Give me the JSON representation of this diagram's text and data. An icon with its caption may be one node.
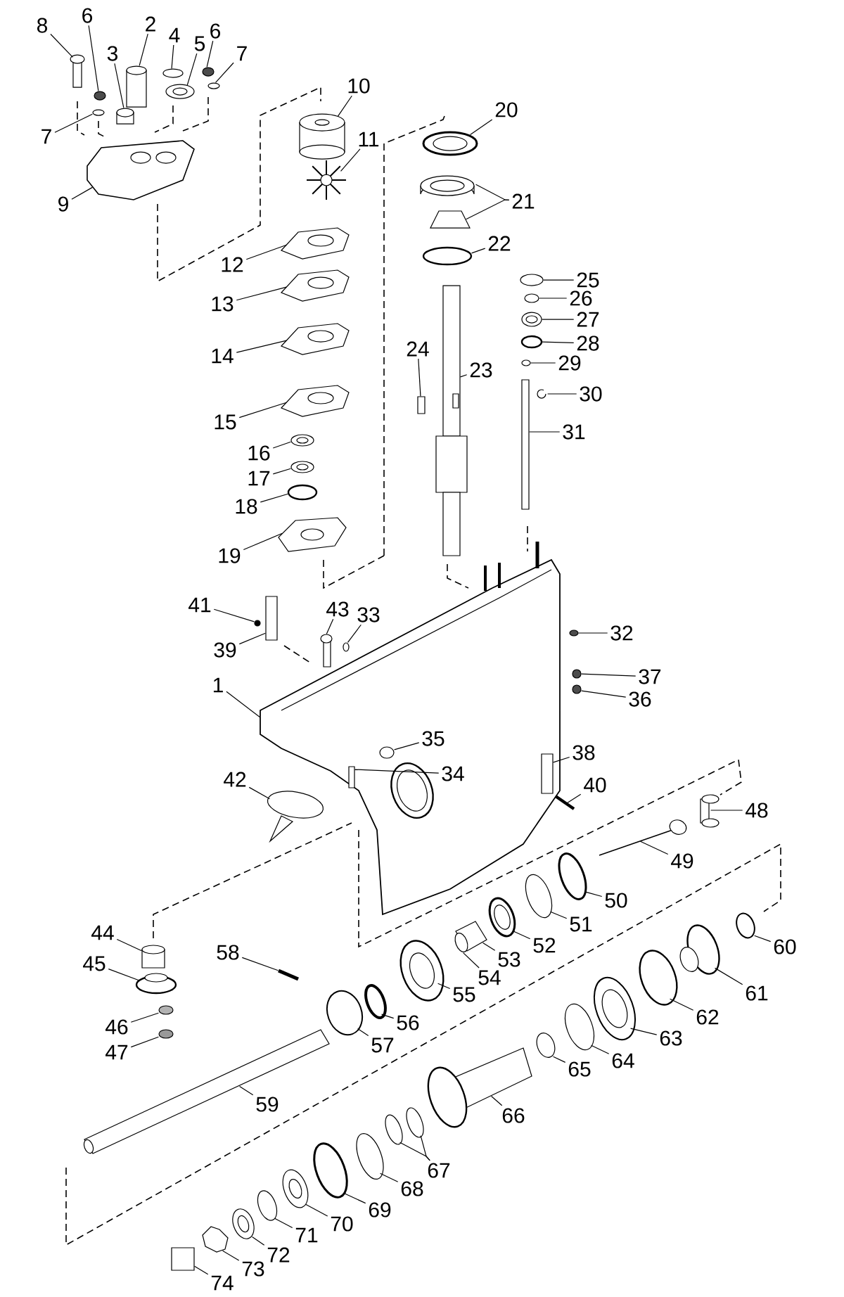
{
  "diagram": {
    "nodes": [
      {
        "text": [
          "8"
        ]
      },
      {
        "text": [
          "6"
        ]
      },
      {
        "text": [
          "2"
        ]
      },
      {
        "text": [
          "4"
        ]
      },
      {
        "text": [
          "6"
        ]
      },
      {
        "text": [
          "5"
        ]
      },
      {
        "text": [
          "7"
        ]
      },
      {
        "text": [
          "3"
        ]
      },
      {
        "text": [
          "7"
        ]
      },
      {
        "text": [
          "10"
        ]
      },
      {
        "text": [
          "11"
        ]
      },
      {
        "text": [
          "9"
        ]
      },
      {
        "text": [
          "20"
        ]
      },
      {
        "text": [
          "21"
        ]
      },
      {
        "text": [
          "22"
        ]
      },
      {
        "text": [
          "12"
        ]
      },
      {
        "text": [
          "25"
        ]
      },
      {
        "text": [
          "26"
        ]
      },
      {
        "text": [
          "13"
        ]
      },
      {
        "text": [
          "27"
        ]
      },
      {
        "text": [
          "28"
        ]
      },
      {
        "text": [
          "14"
        ]
      },
      {
        "text": [
          "29"
        ]
      },
      {
        "text": [
          "24"
        ]
      },
      {
        "text": [
          "23"
        ]
      },
      {
        "text": [
          "30"
        ]
      },
      {
        "text": [
          "15"
        ]
      },
      {
        "text": [
          "31"
        ]
      },
      {
        "text": [
          "16"
        ]
      },
      {
        "text": [
          "17"
        ]
      },
      {
        "text": [
          "18"
        ]
      },
      {
        "text": [
          "19"
        ]
      },
      {
        "text": [
          "43"
        ]
      },
      {
        "text": [
          "41"
        ]
      },
      {
        "text": [
          "33"
        ]
      },
      {
        "text": [
          "32"
        ]
      },
      {
        "text": [
          "39"
        ]
      },
      {
        "text": [
          "37"
        ]
      },
      {
        "text": [
          "1"
        ]
      },
      {
        "text": [
          "36"
        ]
      },
      {
        "text": [
          "35"
        ],
        "in": 115
      },
      {
        "text": [
          "38"
        ]
      },
      {
        "text": [
          "34"
        ],
        "in": 115
      },
      {
        "text": [
          "42"
        ]
      },
      {
        "text": [
          "40"
        ]
      },
      {
        "text": [
          "48"
        ]
      },
      {
        "text": [
          "49"
        ]
      },
      {
        "text": [
          "50"
        ]
      },
      {
        "text": [
          "51"
        ]
      },
      {
        "text": [
          "60"
        ]
      },
      {
        "text": [
          "44"
        ]
      },
      {
        "text": [
          "52"
        ]
      },
      {
        "text": [
          "58"
        ]
      },
      {
        "text": [
          "53"
        ]
      },
      {
        "text": [
          "45"
        ]
      },
      {
        "text": [
          "54"
        ]
      },
      {
        "text": [
          "61"
        ]
      },
      {
        "text": [
          "55"
        ]
      },
      {
        "text": [
          "62"
        ]
      },
      {
        "text": [
          "56"
        ]
      },
      {
        "text": [
          "46"
        ]
      },
      {
        "text": [
          "63"
        ]
      },
      {
        "text": [
          "57"
        ]
      },
      {
        "text": [
          "47"
        ]
      },
      {
        "text": [
          "64"
        ]
      },
      {
        "text": [
          "65"
        ]
      },
      {
        "text": [
          "59"
        ]
      },
      {
        "text": [
          "66"
        ]
      },
      {
        "text": [
          "67"
        ]
      },
      {
        "text": [
          "68"
        ]
      },
      {
        "text": [
          "69"
        ]
      },
      {
        "text": [
          "70"
        ]
      },
      {
        "text": [
          "71"
        ]
      },
      {
        "text": [
          "72"
        ]
      },
      {
        "text": [
          "73"
        ]
      },
      {
        "text": [
          "74"
        ]
      },
      {
        "text": [],
        "shape": "cylinder"
      },
      {
        "text": [],
        "shape": "circle"
      },
      {
        "text": [],
        "shape": "cylinder"
      },
      {
        "text": [],
        "shape": "circle"
      },
      {
        "text": [],
        "shape": "circle"
      },
      {
        "text": [],
        "shape": "picture"
      },
      {
        "text": [],
        "shape": "circle"
      },
      {
        "text": [],
        "shape": "cylinder"
      },
      {
        "text": [],
        "shape": "circle"
      },
      {
        "text": [],
        "shape": "cylinder"
      },
      {
        "text": [],
        "shape": "picture"
      },
      {
        "text": [],
        "shape": "picture"
      },
      {
        "text": [],
        "shape": "picture"
      },
      {
        "text": [],
        "shape": "picture"
      },
      {
        "text": [],
        "shape": "picture"
      },
      {
        "text": [],
        "shape": "circle"
      },
      {
        "text": [],
        "shape": "picture"
      },
      {
        "text": [],
        "shape": "circle"
      },
      {
        "text": [],
        "shape": "circle"
      },
      {
        "text": [],
        "shape": "picture"
      },
      {
        "text": [],
        "shape": "picture"
      },
      {
        "text": [],
        "shape": "circle"
      },
      {
        "text": [],
        "shape": "picture"
      },
      {
        "text": [],
        "shape": "circle"
      },
      {
        "text": [],
        "shape": "box"
      },
      {
        "text": [],
        "shape": "picture"
      },
      {
        "text": [],
        "shape": "picture"
      },
      {
        "text": [],
        "shape": "picture"
      },
      {
        "text": [],
        "shape": "bar"
      },
      {
        "text": [],
        "shape": "picture"
      },
      {
        "text": [],
        "shape": "picture"
      },
      {
        "text": [],
        "shape": "circle"
      },
      {
        "text": [],
        "shape": "picture"
      },
      {
        "text": [],
        "shape": "cylinder"
      },
      {
        "text": [],
        "shape": "circle"
      },
      {
        "text": [],
        "shape": "circle"
      },
      {
        "text": [],
        "shape": "circle"
      },
      {
        "text": [],
        "shape": "box"
      },
      {
        "text": [],
        "shape": "circle"
      },
      {
        "text": [],
        "shape": "picture"
      },
      {
        "text": [],
        "shape": "circle"
      },
      {
        "text": [],
        "shape": "circle",
        "in": 115
      },
      {
        "text": [],
        "shape": "box",
        "in": 115
      },
      {
        "text": [],
        "shape": "box",
        "in": 115
      },
      {
        "text": [],
        "shape": "picture"
      },
      {
        "text": [],
        "shape": "bar"
      },
      {
        "text": [],
        "shape": "picture"
      },
      {
        "text": [],
        "shape": "picture"
      },
      {
        "text": [],
        "shape": "circle"
      },
      {
        "text": [],
        "shape": "circle"
      },
      {
        "text": [],
        "shape": "circle"
      },
      {
        "text": [],
        "shape": "cylinder"
      },
      {
        "text": [],
        "shape": "picture"
      },
      {
        "text": [],
        "shape": "bar"
      },
      {
        "text": [],
        "shape": "picture"
      },
      {
        "text": [],
        "shape": "circle"
      },
      {
        "text": [],
        "shape": "circle"
      },
      {
        "text": [],
        "shape": "picture"
      },
      {
        "text": [],
        "shape": "picture"
      },
      {
        "text": [],
        "shape": "circle"
      },
      {
        "text": [],
        "shape": "circle"
      },
      {
        "text": [],
        "shape": "circle"
      },
      {
        "text": [],
        "shape": "picture"
      },
      {
        "text": [],
        "shape": "circle"
      },
      {
        "text": [],
        "shape": "circle"
      },
      {
        "text": [],
        "shape": "circle"
      },
      {
        "text": [],
        "shape": "circle"
      },
      {
        "text": [],
        "shape": "picture"
      },
      {
        "text": [],
        "shape": "picture"
      },
      {
        "text": [],
        "shape": "circle"
      },
      {
        "text": [],
        "shape": "circle"
      },
      {
        "text": [],
        "shape": "circle"
      },
      {
        "text": [],
        "shape": "circle"
      },
      {
        "text": [],
        "shape": "picture"
      },
      {
        "text": [],
        "shape": "circle"
      },
      {
        "text": [],
        "shape": "picture"
      },
      {
        "text": [],
        "shape": "picture"
      },
      {
        "text": [],
        "shape": "box"
      }
    ],
    "edges": [
      {
        "from": 0,
        "to": 76,
        "arrow": "none"
      },
      {
        "from": 1,
        "to": 77,
        "arrow": "none"
      },
      {
        "from": 2,
        "to": 78,
        "arrow": "none"
      },
      {
        "from": 3,
        "to": 79,
        "arrow": "none"
      },
      {
        "from": 4,
        "to": 80,
        "arrow": "none"
      },
      {
        "from": 5,
        "to": 81,
        "arrow": "none"
      },
      {
        "from": 6,
        "to": 82,
        "arrow": "none"
      },
      {
        "from": 7,
        "to": 83,
        "arrow": "none"
      },
      {
        "from": 8,
        "to": 84,
        "arrow": "none"
      },
      {
        "from": 9,
        "to": 85,
        "arrow": "none"
      },
      {
        "from": 10,
        "to": 86,
        "arrow": "none"
      },
      {
        "from": 11,
        "to": 87,
        "arrow": "none"
      },
      {
        "from": 12,
        "to": 88,
        "arrow": "none"
      },
      {
        "from": 13,
        "to": 89,
        "arrow": "none"
      },
      {
        "from": 13,
        "to": 90,
        "arrow": "none"
      },
      {
        "from": 14,
        "to": 91,
        "arrow": "none"
      },
      {
        "from": 15,
        "to": 92,
        "arrow": "none"
      },
      {
        "from": 16,
        "to": 93,
        "arrow": "none"
      },
      {
        "from": 17,
        "to": 94,
        "arrow": "none"
      },
      {
        "from": 18,
        "to": 95,
        "arrow": "none"
      },
      {
        "from": 19,
        "to": 96,
        "arrow": "none"
      },
      {
        "from": 20,
        "to": 97,
        "arrow": "none"
      },
      {
        "from": 21,
        "to": 98,
        "arrow": "none"
      },
      {
        "from": 22,
        "to": 99,
        "arrow": "none"
      },
      {
        "from": 23,
        "to": 100,
        "arrow": "none"
      },
      {
        "from": 24,
        "to": 101,
        "arrow": "none"
      },
      {
        "from": 25,
        "to": 102,
        "arrow": "none"
      },
      {
        "from": 26,
        "to": 103,
        "arrow": "none"
      },
      {
        "from": 27,
        "to": 104,
        "arrow": "none"
      },
      {
        "from": 28,
        "to": 105,
        "arrow": "none"
      },
      {
        "from": 29,
        "to": 106,
        "arrow": "none"
      },
      {
        "from": 30,
        "to": 107,
        "arrow": "none"
      },
      {
        "from": 31,
        "to": 108,
        "arrow": "none"
      },
      {
        "from": 32,
        "to": 109,
        "arrow": "none"
      },
      {
        "from": 33,
        "to": 110,
        "arrow": "none"
      },
      {
        "from": 34,
        "to": 111,
        "arrow": "none"
      },
      {
        "from": 35,
        "to": 112,
        "arrow": "none"
      },
      {
        "from": 36,
        "to": 113,
        "arrow": "none"
      },
      {
        "from": 37,
        "to": 114,
        "arrow": "none"
      },
      {
        "from": 38,
        "to": 115,
        "arrow": "none"
      },
      {
        "from": 39,
        "to": 116,
        "arrow": "none"
      },
      {
        "from": 40,
        "to": 117,
        "arrow": "none"
      },
      {
        "from": 41,
        "to": 119,
        "arrow": "none"
      },
      {
        "from": 42,
        "to": 118,
        "arrow": "none"
      },
      {
        "from": 43,
        "to": 120,
        "arrow": "none"
      },
      {
        "from": 44,
        "to": 121,
        "arrow": "none"
      },
      {
        "from": 45,
        "to": 122,
        "arrow": "none"
      },
      {
        "from": 46,
        "to": 123,
        "arrow": "none"
      },
      {
        "from": 47,
        "to": 124,
        "arrow": "none"
      },
      {
        "from": 48,
        "to": 125,
        "arrow": "none"
      },
      {
        "from": 49,
        "to": 126,
        "arrow": "none"
      },
      {
        "from": 50,
        "to": 127,
        "arrow": "none"
      },
      {
        "from": 51,
        "to": 128,
        "arrow": "none"
      },
      {
        "from": 52,
        "to": 129,
        "arrow": "none"
      },
      {
        "from": 53,
        "to": 130,
        "arrow": "none"
      },
      {
        "from": 54,
        "to": 131,
        "arrow": "none"
      },
      {
        "from": 55,
        "to": 132,
        "arrow": "none"
      },
      {
        "from": 56,
        "to": 133,
        "arrow": "none"
      },
      {
        "from": 57,
        "to": 134,
        "arrow": "none"
      },
      {
        "from": 58,
        "to": 135,
        "arrow": "none"
      },
      {
        "from": 59,
        "to": 136,
        "arrow": "none"
      },
      {
        "from": 60,
        "to": 137,
        "arrow": "none"
      },
      {
        "from": 61,
        "to": 138,
        "arrow": "none"
      },
      {
        "from": 62,
        "to": 139,
        "arrow": "none"
      },
      {
        "from": 63,
        "to": 140,
        "arrow": "none"
      },
      {
        "from": 64,
        "to": 141,
        "arrow": "none"
      },
      {
        "from": 65,
        "to": 142,
        "arrow": "none"
      },
      {
        "from": 66,
        "to": 143,
        "arrow": "none"
      },
      {
        "from": 67,
        "to": 144,
        "arrow": "none"
      },
      {
        "from": 68,
        "to": 145,
        "arrow": "none"
      },
      {
        "from": 68,
        "to": 146,
        "arrow": "none"
      },
      {
        "from": 69,
        "to": 147,
        "arrow": "none"
      },
      {
        "from": 70,
        "to": 148,
        "arrow": "none"
      },
      {
        "from": 71,
        "to": 149,
        "arrow": "none"
      },
      {
        "from": 72,
        "to": 150,
        "arrow": "none"
      },
      {
        "from": 73,
        "to": 151,
        "arrow": "none"
      },
      {
        "from": 74,
        "to": 152,
        "arrow": "none"
      },
      {
        "from": 75,
        "to": 153,
        "arrow": "none"
      }
    ]
  }
}
